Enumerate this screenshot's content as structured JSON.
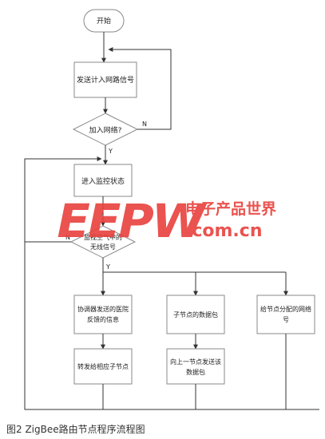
{
  "nodes": {
    "start": "开始",
    "send_signal": "发送计入网路信号",
    "joined_q": "加入网络?",
    "enter_monitor": "进入监控状态",
    "monitor_q_line1": "监视空气中的",
    "monitor_q_line2": "无线信号",
    "coord_line1": "协调器发送的医院",
    "coord_line2": "反馈的信息",
    "child_pkt": "子节点的数据包",
    "assign_line1": "给节点分配的网络",
    "assign_line2": "号",
    "forward_child": "转发给相应子节点",
    "up_line1": "向上一节点发送该",
    "up_line2": "数据包"
  },
  "branch_labels": {
    "no1": "N",
    "yes1": "Y",
    "no2": "N",
    "yes2": "Y"
  },
  "watermark": {
    "logo": "EEPW",
    "cn": "电子产品世界",
    "url": ".com.cn"
  },
  "colors": {
    "watermark_red": "#e8413d",
    "box_border": "#8a8a8a",
    "line": "#333333"
  },
  "caption": "图2 ZigBee路由节点程序流程图"
}
